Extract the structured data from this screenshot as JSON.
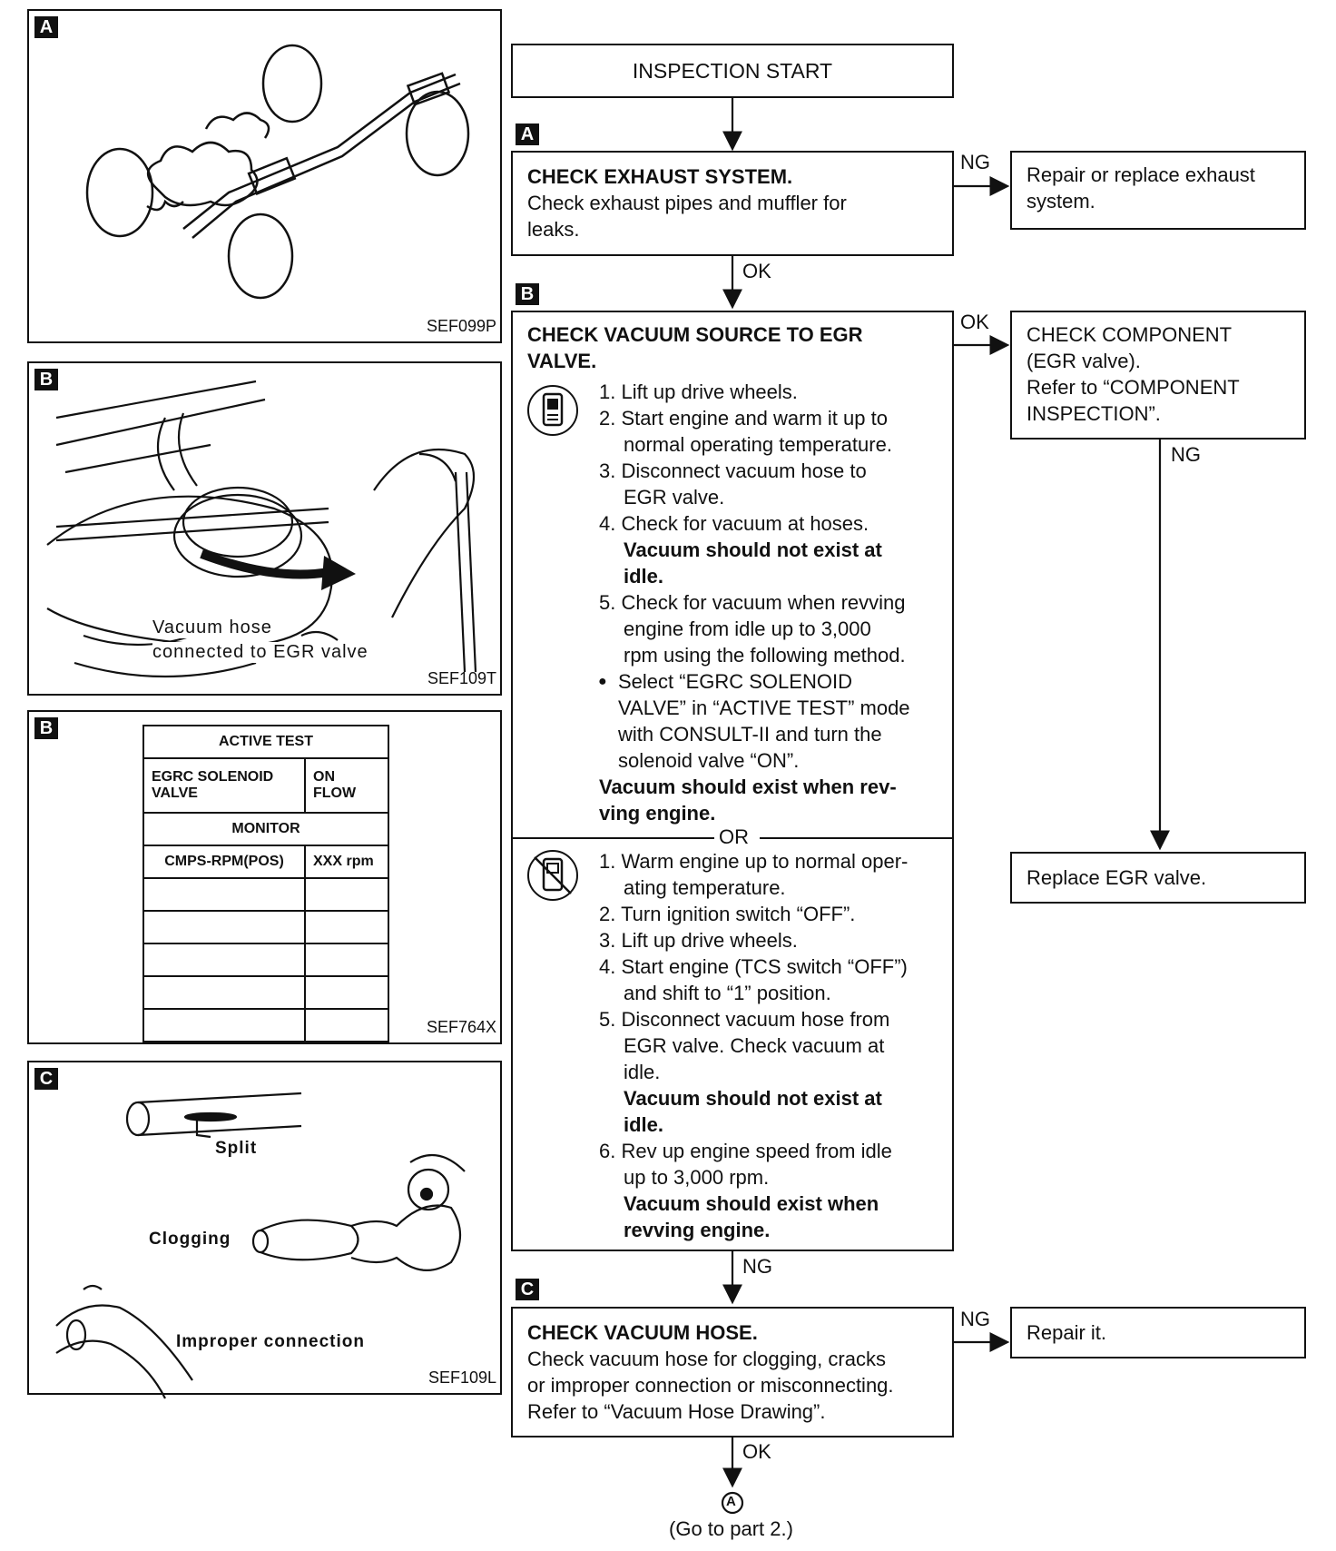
{
  "panels": {
    "a": {
      "tag": "A",
      "code": "SEF099P"
    },
    "b1": {
      "tag": "B",
      "code": "SEF109T",
      "caption_1": "Vacuum hose",
      "caption_2": "connected to EGR valve"
    },
    "b2": {
      "tag": "B",
      "code": "SEF764X",
      "table": {
        "title": "ACTIVE TEST",
        "item": "EGRC SOLENOID\nVALVE",
        "item_l1": "EGRC SOLENOID",
        "item_l2": "VALVE",
        "state_l1": "ON",
        "state_l2": "FLOW",
        "monitor": "MONITOR",
        "param": "CMPS-RPM(POS)",
        "value": "XXX rpm"
      }
    },
    "c": {
      "tag": "C",
      "code": "SEF109L",
      "split": "Split",
      "clogging": "Clogging",
      "improper": "Improper connection"
    }
  },
  "flow": {
    "start": "INSPECTION START",
    "stepA": {
      "tag": "A",
      "title": "CHECK EXHAUST SYSTEM.",
      "body_1": "Check exhaust pipes and muffler for",
      "body_2": "leaks."
    },
    "stepA_ng_label": "NG",
    "stepA_ng_box_1": "Repair or replace exhaust",
    "stepA_ng_box_2": "system.",
    "stepA_ok_label": "OK",
    "stepB": {
      "tag": "B",
      "title_1": "CHECK VACUUM SOURCE TO EGR",
      "title_2": "VALVE.",
      "with": [
        "1. Lift up drive wheels.",
        "2. Start engine and warm it up to",
        "normal operating temperature.",
        "3. Disconnect vacuum hose to",
        "EGR valve.",
        "4. Check for vacuum at hoses.",
        "Vacuum should not exist at",
        "idle.",
        "5. Check for vacuum when revving",
        "engine from idle up to 3,000",
        "rpm using the following method.",
        "Select “EGRC SOLENOID",
        "VALVE” in “ACTIVE TEST” mode",
        "with CONSULT-II and turn the",
        "solenoid valve “ON”.",
        "Vacuum should exist when rev-",
        "ving engine."
      ],
      "or": "OR",
      "without": [
        "1. Warm engine up to normal oper-",
        "ating temperature.",
        "2. Turn ignition switch “OFF”.",
        "3. Lift up drive wheels.",
        "4. Start engine (TCS switch “OFF”)",
        "and shift to “1” position.",
        "5. Disconnect vacuum hose from",
        "EGR valve. Check vacuum at",
        "idle.",
        "Vacuum should not exist at",
        "idle.",
        "6. Rev up engine speed from idle",
        "up to 3,000 rpm.",
        "Vacuum should exist when",
        "revving engine."
      ]
    },
    "stepB_ok_label": "OK",
    "stepB_ok_box": [
      "CHECK COMPONENT",
      "(EGR valve).",
      "Refer to “COMPONENT",
      "INSPECTION”."
    ],
    "component_ng_label": "NG",
    "replace_box": "Replace EGR valve.",
    "stepB_ng_label": "NG",
    "stepC": {
      "tag": "C",
      "title": "CHECK VACUUM HOSE.",
      "body": [
        "Check vacuum hose for clogging, cracks",
        "or improper connection or misconnecting.",
        "Refer to “Vacuum Hose Drawing”."
      ]
    },
    "stepC_ng_label": "NG",
    "stepC_ng_box": "Repair it.",
    "stepC_ok_label": "OK",
    "connector": "A",
    "goto": "(Go to part 2.)"
  }
}
